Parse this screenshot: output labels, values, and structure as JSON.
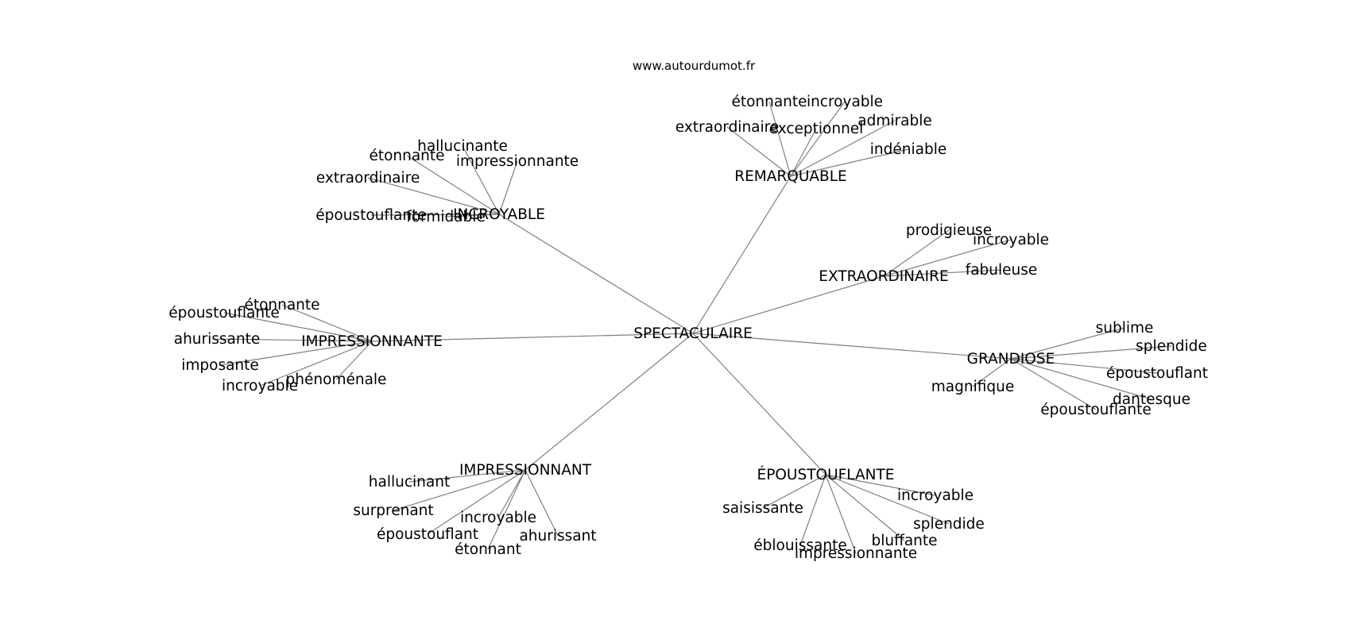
{
  "watermark": "www.autourdumot.fr",
  "center": "SPECTACULAIRE",
  "nodes": {
    "remarquable": {
      "label": "REMARQUABLE",
      "children": [
        "étonnante",
        "incroyable",
        "extraordinaire",
        "exceptionnel",
        "admirable",
        "indéniable"
      ]
    },
    "incroyable": {
      "label": "INCROYABLE",
      "children": [
        "hallucinante",
        "étonnante",
        "impressionnante",
        "extraordinaire",
        "époustouflante",
        "formidable"
      ]
    },
    "extraordinaire": {
      "label": "EXTRAORDINAIRE",
      "children": [
        "prodigieuse",
        "incroyable",
        "fabuleuse"
      ]
    },
    "impressionnante": {
      "label": "IMPRESSIONNANTE",
      "children": [
        "étonnante",
        "époustouflante",
        "ahurissante",
        "imposante",
        "phénoménale",
        "incroyable"
      ]
    },
    "grandiose": {
      "label": "GRANDIOSE",
      "children": [
        "sublime",
        "splendide",
        "époustouflant",
        "magnifique",
        "dantesque",
        "époustouflante"
      ]
    },
    "impressionnant": {
      "label": "IMPRESSIONNANT",
      "children": [
        "hallucinant",
        "surprenant",
        "incroyable",
        "époustouflant",
        "ahurissant",
        "étonnant"
      ]
    },
    "epoustouflante": {
      "label": "ÉPOUSTOUFLANTE",
      "children": [
        "incroyable",
        "saisissante",
        "splendide",
        "bluffante",
        "éblouissante",
        "impressionnante"
      ]
    }
  }
}
